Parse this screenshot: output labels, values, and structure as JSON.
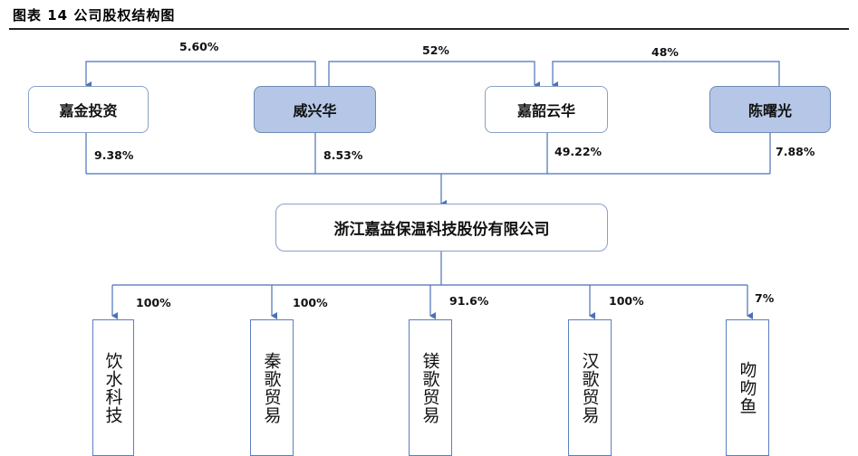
{
  "figure_title": "图表 14 公司股权结构图",
  "top_labels": {
    "jiajin_from_weixinghua": "5.60%",
    "jiashaoyunhua_from_weixinghua": "52%",
    "jiashaoyunhua_from_chenshuguang": "48%"
  },
  "shareholders": [
    {
      "name": "嘉金投资",
      "stake": "9.38%"
    },
    {
      "name": "威兴华",
      "stake": "8.53%"
    },
    {
      "name": "嘉韶云华",
      "stake": "49.22%"
    },
    {
      "name": "陈曙光",
      "stake": "7.88%"
    }
  ],
  "company": "浙江嘉益保温科技股份有限公司",
  "subsidiaries": [
    {
      "name": "饮水科技",
      "stake": "100%"
    },
    {
      "name": "秦歌贸易",
      "stake": "100%"
    },
    {
      "name": "镁歌贸易",
      "stake": "91.6%"
    },
    {
      "name": "汉歌贸易",
      "stake": "100%"
    },
    {
      "name": "吻吻鱼",
      "stake": "7%"
    }
  ]
}
